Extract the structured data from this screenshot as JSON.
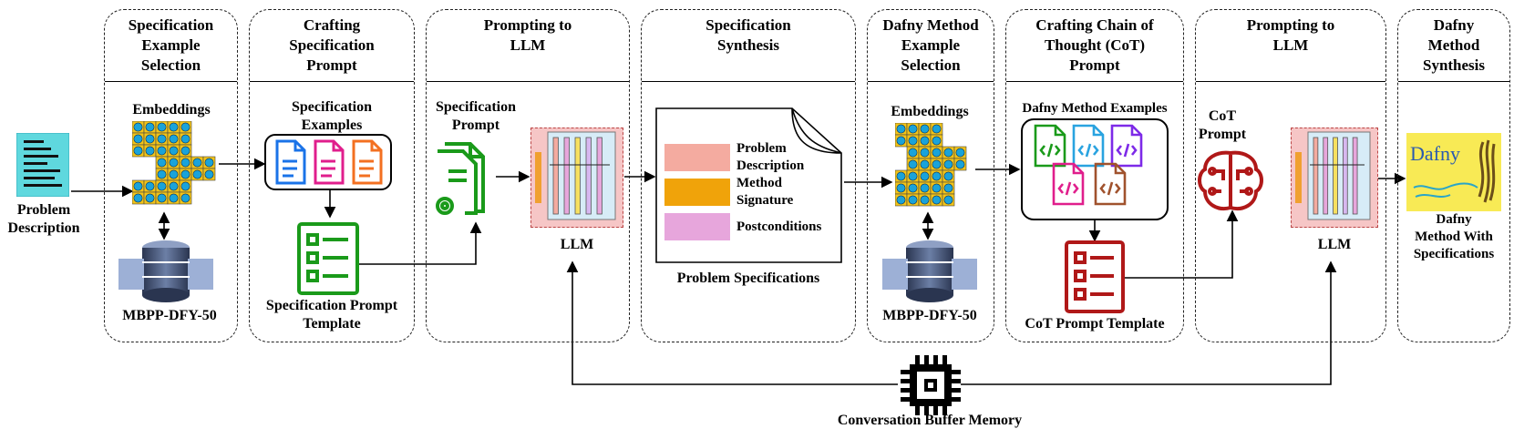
{
  "input": {
    "label_line1": "Problem",
    "label_line2": "Description"
  },
  "stages": [
    {
      "title_line1": "Specification",
      "title_line2": "Example",
      "title_line3": "Selection"
    },
    {
      "title_line1": "Crafting",
      "title_line2": "Specification",
      "title_line3": "Prompt"
    },
    {
      "title_line1": "Prompting to",
      "title_line2": "LLM"
    },
    {
      "title_line1": "Specification",
      "title_line2": "Synthesis"
    },
    {
      "title_line1": "Dafny Method",
      "title_line2": "Example",
      "title_line3": "Selection"
    },
    {
      "title_line1": "Crafting Chain of",
      "title_line2": "Thought (CoT)",
      "title_line3": "Prompt"
    },
    {
      "title_line1": "Prompting to",
      "title_line2": "LLM"
    },
    {
      "title_line1": "Dafny",
      "title_line2": "Method",
      "title_line3": "Synthesis"
    }
  ],
  "stage1": {
    "embeddings": "Embeddings",
    "db": "MBPP-DFY-50"
  },
  "stage2": {
    "examples_line1": "Specification",
    "examples_line2": "Examples",
    "template_line1": "Specification Prompt",
    "template_line2": "Template"
  },
  "stage3": {
    "prompt_line1": "Specification",
    "prompt_line2": "Prompt",
    "llm": "LLM"
  },
  "stage4": {
    "item1_line1": "Problem",
    "item1_line2": "Description",
    "item2_line1": "Method",
    "item2_line2": "Signature",
    "item3": "Postconditions",
    "caption": "Problem Specifications"
  },
  "stage5": {
    "embeddings": "Embeddings",
    "db": "MBPP-DFY-50"
  },
  "stage6": {
    "examples": "Dafny Method Examples",
    "template": "CoT Prompt Template"
  },
  "stage7": {
    "prompt_line1": "CoT",
    "prompt_line2": "Prompt",
    "llm": "LLM"
  },
  "stage8": {
    "logo_text": "Dafny",
    "out_line1": "Dafny",
    "out_line2": "Method With",
    "out_line3": "Specifications"
  },
  "memory": {
    "label": "Conversation Buffer Memory"
  },
  "colors": {
    "blue_doc": "#1a73e8",
    "pink_doc": "#e01e8c",
    "orange_doc": "#f37021",
    "green": "#1a9a1a",
    "dark_red": "#b01818",
    "embed_blue": "#1aa3d9",
    "embed_yellow": "#f2c418",
    "llm_bg": "#f6c6c6",
    "spec_pink": "#f4aba0",
    "spec_orange": "#f0a30a",
    "spec_lilac": "#e7a6dc"
  }
}
